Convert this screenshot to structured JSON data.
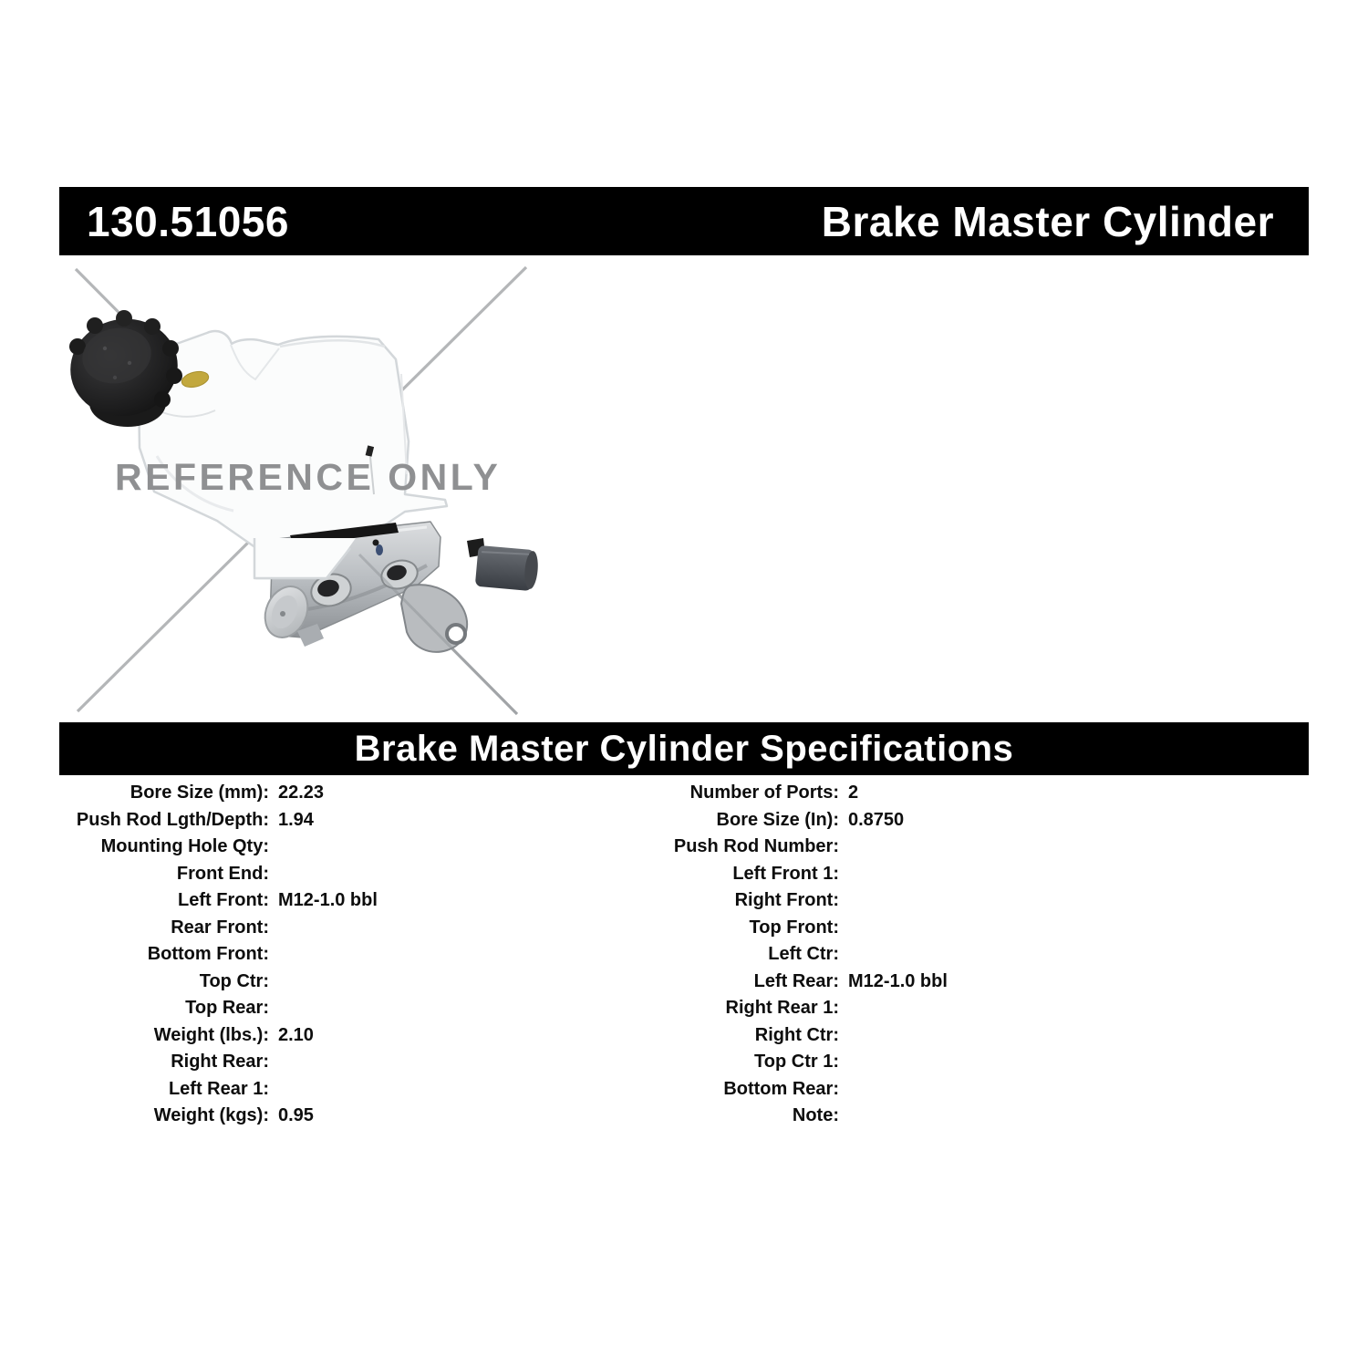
{
  "page": {
    "background": "#ffffff"
  },
  "header_bar": {
    "part_number": "130.51056",
    "title": "Brake Master Cylinder",
    "bg_color": "#000000",
    "text_color": "#ffffff"
  },
  "product_image": {
    "watermark_text": "REFERENCE ONLY",
    "watermark_color": "#8f9092",
    "cross_line_color": "#b4b6b8",
    "reservoir_color": "#fbfcfc",
    "cap_color": "#1e1e1e",
    "cylinder_color": "#b9bdc1",
    "boot_color": "#4a4e54",
    "label_dot_color": "#c2a83e"
  },
  "spec_header": {
    "title": "Brake Master Cylinder Specifications",
    "bg_color": "#000000",
    "text_color": "#ffffff"
  },
  "specs": {
    "left": [
      {
        "label": "Bore Size (mm):",
        "value": "22.23"
      },
      {
        "label": "Push Rod Lgth/Depth:",
        "value": "1.94"
      },
      {
        "label": "Mounting Hole Qty:",
        "value": ""
      },
      {
        "label": "Front End:",
        "value": ""
      },
      {
        "label": "Left Front:",
        "value": "M12-1.0 bbl"
      },
      {
        "label": "Rear Front:",
        "value": ""
      },
      {
        "label": "Bottom Front:",
        "value": ""
      },
      {
        "label": "Top Ctr:",
        "value": ""
      },
      {
        "label": "Top Rear:",
        "value": ""
      },
      {
        "label": "Weight (lbs.):",
        "value": "2.10"
      },
      {
        "label": "Right Rear:",
        "value": ""
      },
      {
        "label": "Left Rear 1:",
        "value": ""
      },
      {
        "label": "Weight (kgs):",
        "value": "0.95"
      }
    ],
    "right": [
      {
        "label": "Number of Ports:",
        "value": "2"
      },
      {
        "label": "Bore Size (In):",
        "value": "0.8750"
      },
      {
        "label": "Push Rod Number:",
        "value": ""
      },
      {
        "label": "Left Front 1:",
        "value": ""
      },
      {
        "label": "Right Front:",
        "value": ""
      },
      {
        "label": "Top Front:",
        "value": ""
      },
      {
        "label": "Left Ctr:",
        "value": ""
      },
      {
        "label": "Left Rear:",
        "value": "M12-1.0 bbl"
      },
      {
        "label": "Right Rear 1:",
        "value": ""
      },
      {
        "label": "Right Ctr:",
        "value": ""
      },
      {
        "label": "Top Ctr 1:",
        "value": ""
      },
      {
        "label": "Bottom Rear:",
        "value": ""
      },
      {
        "label": "Note:",
        "value": ""
      }
    ]
  }
}
